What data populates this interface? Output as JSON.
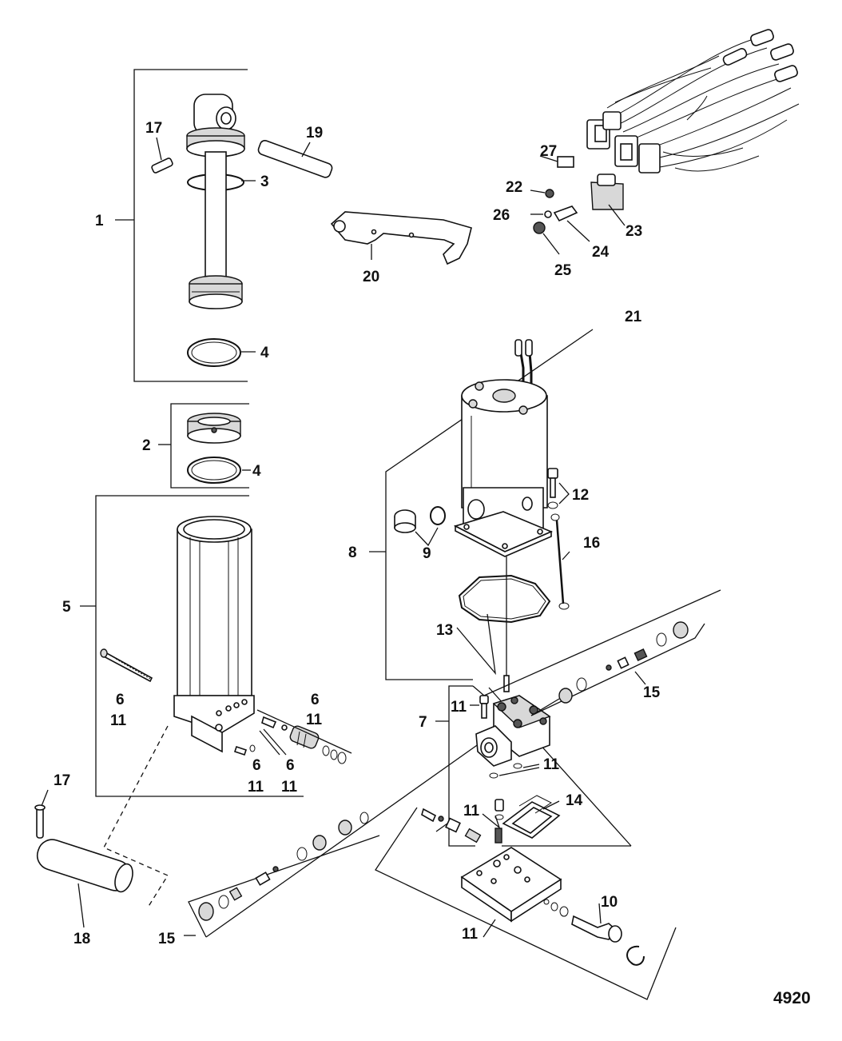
{
  "diagram": {
    "reference_number": "4920",
    "callouts": [
      "1",
      "2",
      "3",
      "4",
      "4",
      "5",
      "6",
      "11",
      "6",
      "11",
      "6",
      "11",
      "6",
      "11",
      "7",
      "8",
      "9",
      "10",
      "11",
      "11",
      "11",
      "11",
      "12",
      "13",
      "14",
      "15",
      "15",
      "16",
      "17",
      "17",
      "18",
      "19",
      "20",
      "21",
      "22",
      "23",
      "24",
      "25",
      "26",
      "27"
    ]
  }
}
